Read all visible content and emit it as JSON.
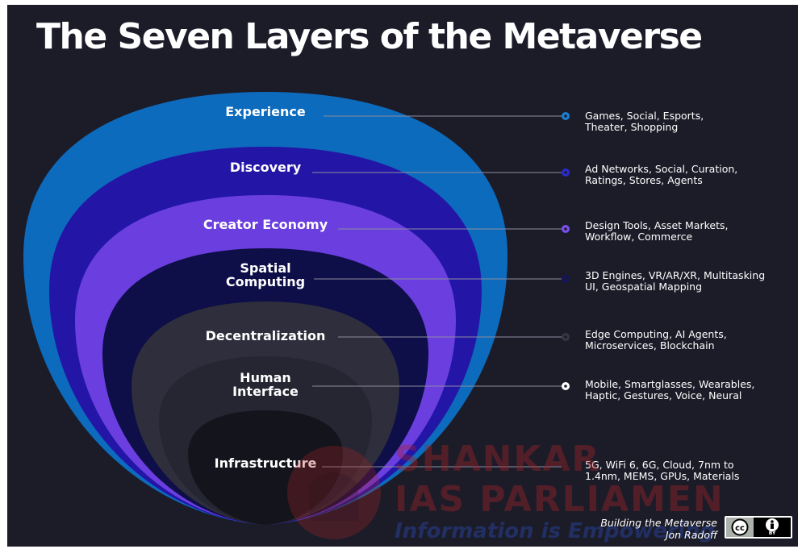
{
  "title": "The Seven Layers of the Metaverse",
  "layers": [
    {
      "label": "Experience",
      "description_lines": [
        "Games, Social, Esports,",
        "Theater, Shopping"
      ],
      "color": "#0d6bbd",
      "marker_color": "#1a7fd0"
    },
    {
      "label": "Discovery",
      "description_lines": [
        "Ad Networks, Social, Curation,",
        "Ratings, Stores, Agents"
      ],
      "color": "#2316a6",
      "marker_color": "#2a2ad0"
    },
    {
      "label": "Creator Economy",
      "description_lines": [
        "Design Tools, Asset Markets,",
        "Workflow, Commerce"
      ],
      "color": "#6b3ee0",
      "marker_color": "#7b4ef0"
    },
    {
      "label_lines": [
        "Spatial",
        "Computing"
      ],
      "description_lines": [
        "3D Engines, VR/AR/XR, Multitasking",
        "UI, Geospatial Mapping"
      ],
      "color": "#0e0e48",
      "marker_color": "#14145c"
    },
    {
      "label": "Decentralization",
      "description_lines": [
        "Edge Computing, AI Agents,",
        "Microservices, Blockchain"
      ],
      "color": "#2e2e3c",
      "marker_color": "#353544"
    },
    {
      "label_lines": [
        "Human",
        "Interface"
      ],
      "description_lines": [
        "Mobile, Smartglasses, Wearables,",
        "Haptic, Gestures, Voice, Neural"
      ],
      "color": "#262633",
      "marker_color": "#ffffff"
    },
    {
      "label": "Infrastructure",
      "description_lines": [
        "5G, WiFi 6, 6G, Cloud, 7nm to",
        "1.4nm, MEMS, GPUs, Materials"
      ],
      "color": "#14141c",
      "marker_color": "#1a1a22"
    }
  ],
  "credit": {
    "line1": "Building the Metaverse",
    "line2": "Jon Radoff"
  },
  "license_badge": {
    "icon": "cc-by-icon",
    "text": "BY"
  },
  "watermark": {
    "line1": "SHANKAR",
    "line2": "IAS PARLIAMEN",
    "line3": "Information is Empowering"
  },
  "colors": {
    "background": "#1c1c29",
    "text": "#ffffff"
  }
}
